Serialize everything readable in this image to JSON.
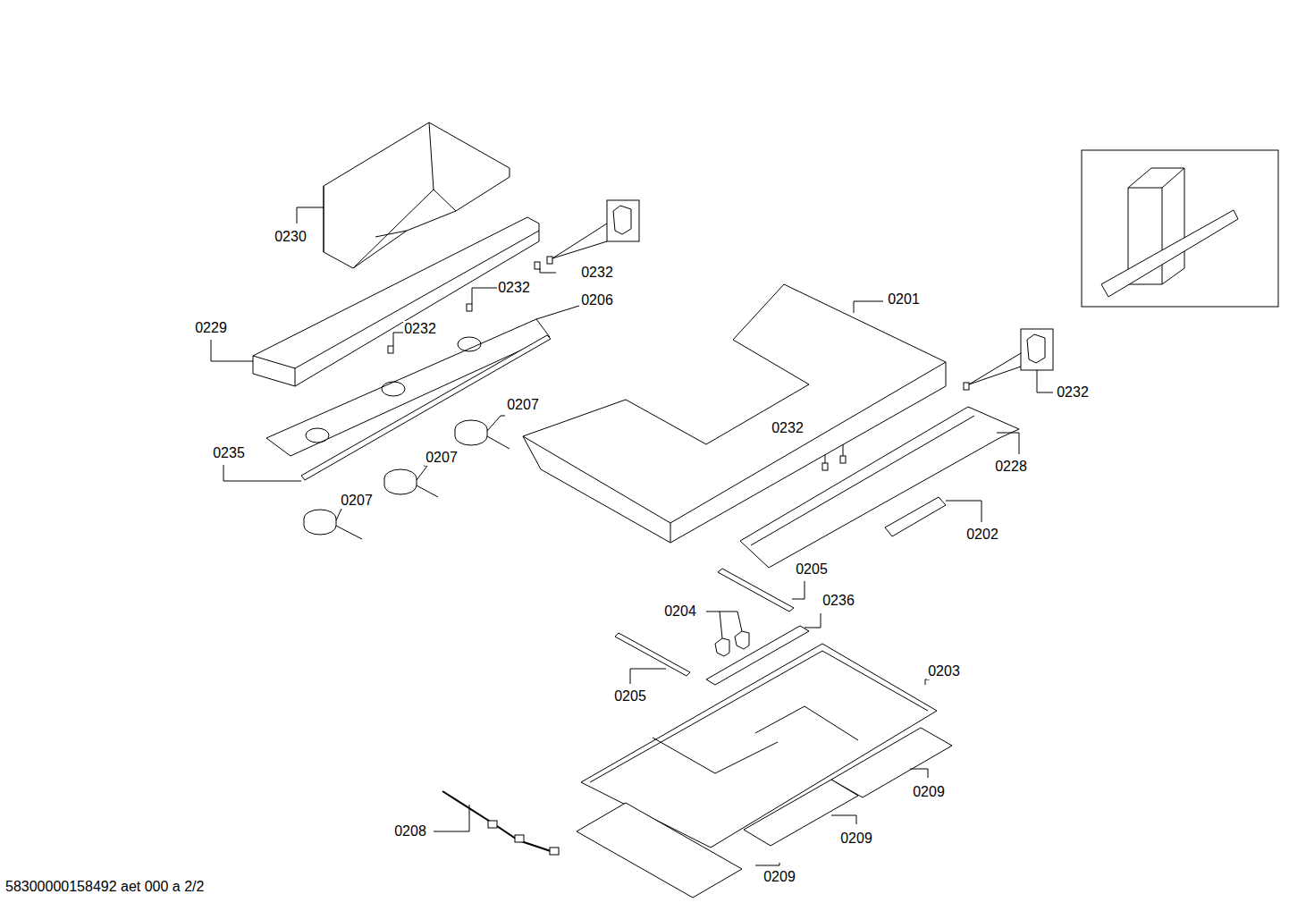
{
  "diagram": {
    "labels": [
      "0230",
      "0232",
      "0232",
      "0206",
      "0201",
      "0229",
      "0232",
      "0232",
      "0207",
      "0235",
      "0232",
      "0207",
      "0228",
      "0207",
      "0202",
      "0205",
      "0236",
      "0204",
      "0203",
      "0205",
      "0209",
      "0208",
      "0209",
      "0209",
      "58300000158492 aet 000 a 2/2"
    ]
  }
}
